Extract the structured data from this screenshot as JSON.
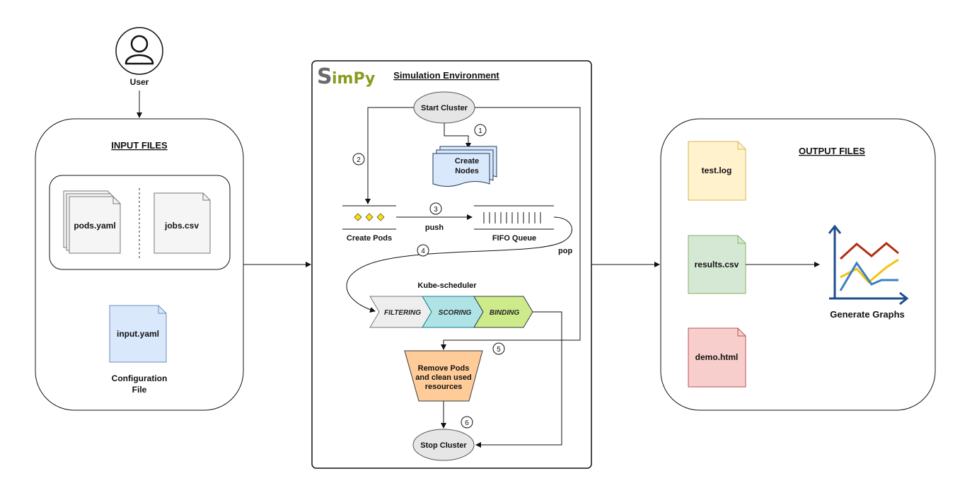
{
  "user": {
    "label": "User"
  },
  "input_files": {
    "title": "INPUT FILES",
    "files": [
      "pods.yaml",
      "jobs.csv",
      "input.yaml"
    ],
    "config_caption_line1": "Configuration",
    "config_caption_line2": "File"
  },
  "simulation": {
    "logo_first": "S",
    "logo_rest": "imPy",
    "title": "Simulation Environment",
    "start_cluster": "Start Cluster",
    "create_nodes_line1": "Create",
    "create_nodes_line2": "Nodes",
    "create_pods": "Create Pods",
    "push": "push",
    "fifo_queue": "FIFO Queue",
    "pop": "pop",
    "kube_scheduler": "Kube-scheduler",
    "stages": [
      "FILTERING",
      "SCORING",
      "BINDING"
    ],
    "remove_pods_line1": "Remove Pods",
    "remove_pods_line2": "and clean used",
    "remove_pods_line3": "resources",
    "stop_cluster": "Stop Cluster",
    "steps": [
      "1",
      "2",
      "3",
      "4",
      "5",
      "6"
    ]
  },
  "output_files": {
    "title": "OUTPUT FILES",
    "files": [
      "test.log",
      "results.csv",
      "demo.html"
    ],
    "generate_graphs": "Generate Graphs"
  },
  "colors": {
    "nodes_fill": "#dae8fc",
    "nodes_stroke": "#1f3a5f",
    "filtering": "#eeeeee",
    "scoring": "#b0e3e6",
    "binding": "#cdeb8b",
    "remove_pods": "#ffcc99",
    "ellipse": "#e6e6e6",
    "test_log": "#fff2cc",
    "results_csv": "#d5e8d4",
    "demo_html": "#f8cecc",
    "input_yaml": "#dae8fc",
    "doc_grey": "#f5f5f5",
    "graph_axis": "#1f4e8c",
    "graph_red": "#b32d14",
    "graph_yellow": "#f2c40f",
    "graph_blue": "#3b7fc4",
    "pod_diamond": "#ffe000"
  }
}
